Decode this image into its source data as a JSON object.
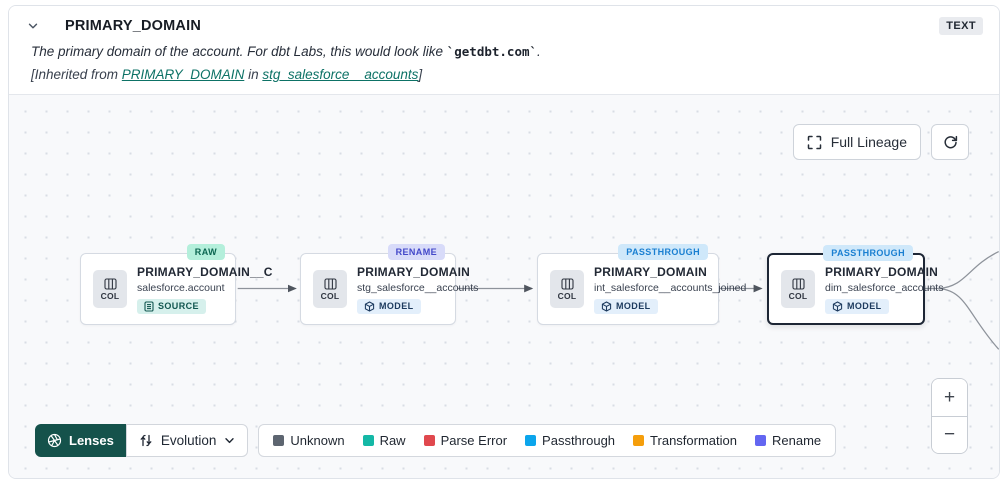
{
  "header": {
    "title": "PRIMARY_DOMAIN",
    "type_badge": "TEXT",
    "description": {
      "prefix": "The primary domain of the account. For dbt Labs, this would look like ",
      "code": "`getdbt.com`",
      "suffix": "."
    },
    "inherited": {
      "prefix": "[Inherited from ",
      "column_link": "PRIMARY_DOMAIN",
      "mid": " in ",
      "model_link": "stg_salesforce__accounts",
      "suffix": "]"
    }
  },
  "canvas": {
    "full_lineage_label": "Full Lineage",
    "zoom_in": "+",
    "zoom_out": "−"
  },
  "nodes": [
    {
      "lens_badge": "RAW",
      "col_label": "COL",
      "title": "PRIMARY_DOMAIN__C",
      "subtitle": "salesforce.account",
      "type_label": "SOURCE"
    },
    {
      "lens_badge": "RENAME",
      "col_label": "COL",
      "title": "PRIMARY_DOMAIN",
      "subtitle": "stg_salesforce__accounts",
      "type_label": "MODEL"
    },
    {
      "lens_badge": "PASSTHROUGH",
      "col_label": "COL",
      "title": "PRIMARY_DOMAIN",
      "subtitle": "int_salesforce__accounts_joined",
      "type_label": "MODEL"
    },
    {
      "lens_badge": "PASSTHROUGH",
      "col_label": "COL",
      "title": "PRIMARY_DOMAIN",
      "subtitle": "dim_salesforce_accounts",
      "type_label": "MODEL"
    }
  ],
  "footer": {
    "lenses_label": "Lenses",
    "lens_selected": "Evolution",
    "legend": [
      {
        "label": "Unknown",
        "color": "#5d6570"
      },
      {
        "label": "Raw",
        "color": "#14b8a6"
      },
      {
        "label": "Parse Error",
        "color": "#e0484e"
      },
      {
        "label": "Passthrough",
        "color": "#0ba5ec"
      },
      {
        "label": "Transformation",
        "color": "#f59e0b"
      },
      {
        "label": "Rename",
        "color": "#6366f1"
      }
    ]
  },
  "colors": {
    "lenses_button_bg": "#15524b",
    "link": "#0d7266",
    "raw_badge_bg": "#b4efdb",
    "rename_badge_bg": "#d8dbf9",
    "passthrough_badge_bg": "#cfe8fa",
    "edge": "#8e939b"
  }
}
